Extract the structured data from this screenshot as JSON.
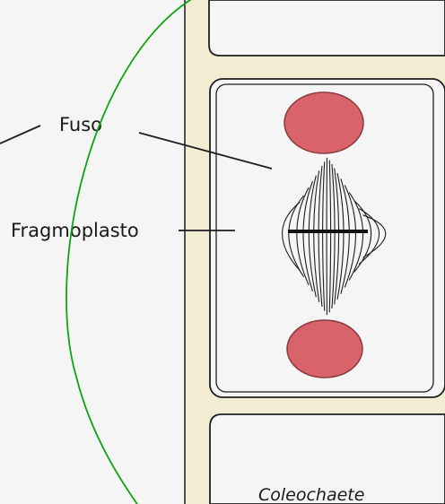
{
  "labels": {
    "spindle": "Fuso",
    "phragmoplast": "Fragmoplasto",
    "organism": "Coleochaete"
  },
  "colors": {
    "background": "#f4f5f4",
    "cell_wall": "#f1ecd2",
    "nucleus": "#d9636b",
    "outline": "#1f1f1f",
    "overlay_arc": "#10a510"
  }
}
